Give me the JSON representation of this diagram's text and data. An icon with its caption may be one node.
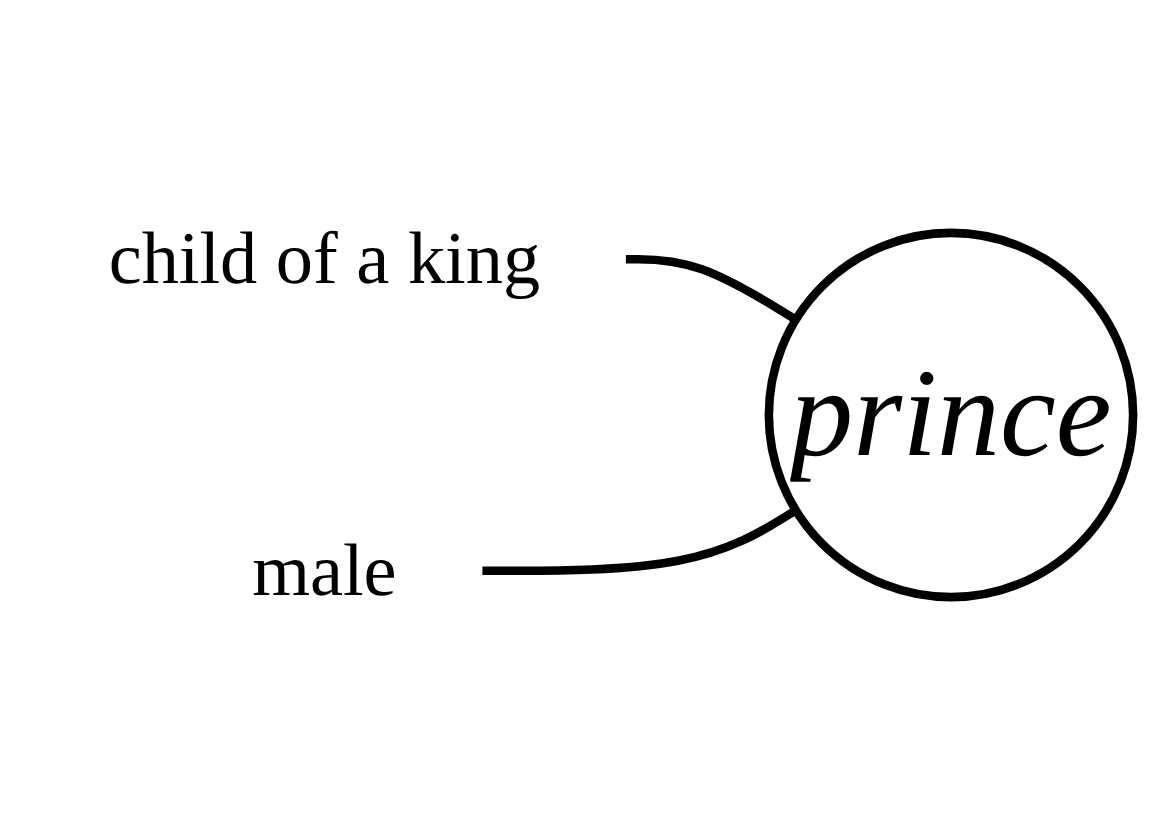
{
  "diagram": {
    "nodes": [
      {
        "text": [
          "child of a king"
        ]
      },
      {
        "text": [
          "male"
        ]
      },
      {
        "text": [
          "prince"
        ]
      }
    ],
    "edges": [
      {
        "from": 0,
        "to": 2,
        "arrow": "none"
      },
      {
        "from": 1,
        "to": 2,
        "arrow": "none"
      }
    ]
  }
}
